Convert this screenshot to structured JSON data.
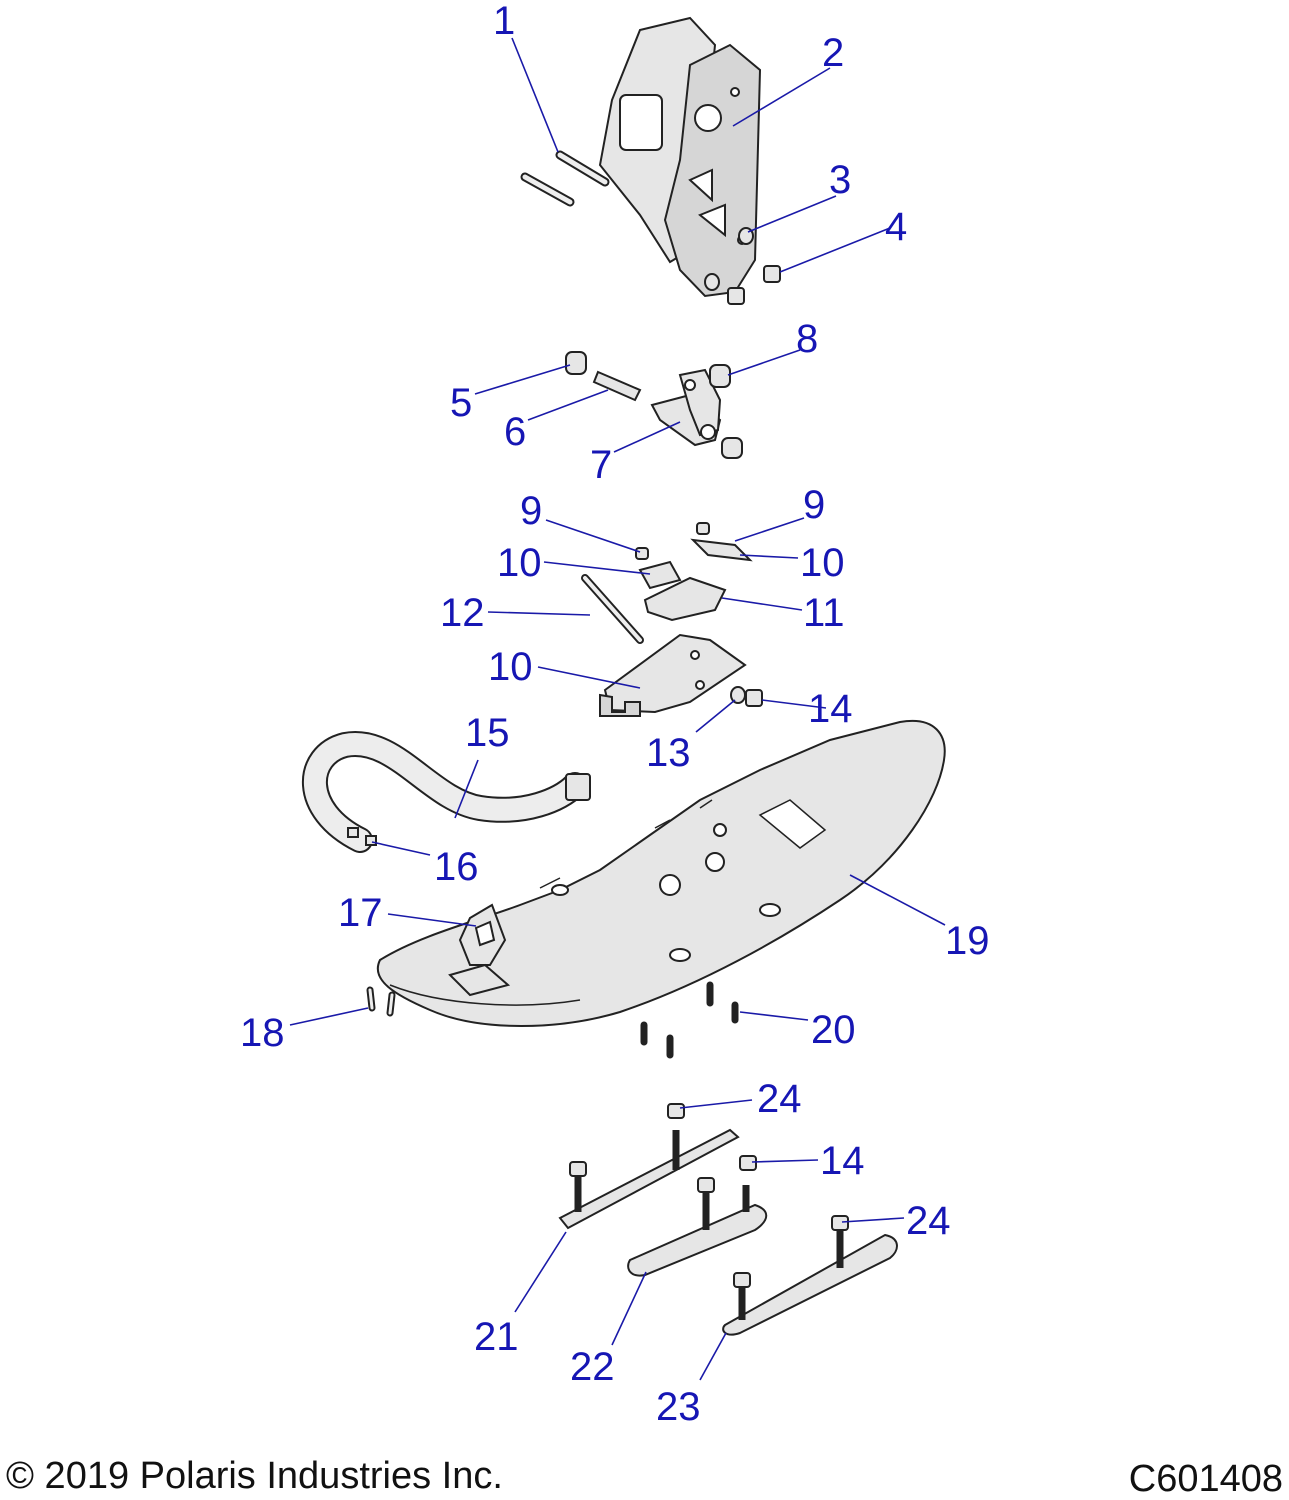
{
  "callouts": {
    "c1": "1",
    "c2": "2",
    "c3": "3",
    "c4": "4",
    "c5": "5",
    "c6": "6",
    "c7": "7",
    "c8": "8",
    "c9a": "9",
    "c9b": "9",
    "c10a": "10",
    "c10b": "10",
    "c10c": "10",
    "c11": "11",
    "c12": "12",
    "c13": "13",
    "c14a": "14",
    "c14b": "14",
    "c15": "15",
    "c16": "16",
    "c17": "17",
    "c18": "18",
    "c19": "19",
    "c20": "20",
    "c21": "21",
    "c22": "22",
    "c23": "23",
    "c24a": "24",
    "c24b": "24"
  },
  "footer": {
    "copyright": "© 2019 Polaris Industries Inc.",
    "drawing_number": "C601408"
  },
  "colors": {
    "callout": "#1616b4",
    "part_fill": "#e6e6e6",
    "outline": "#222222"
  }
}
